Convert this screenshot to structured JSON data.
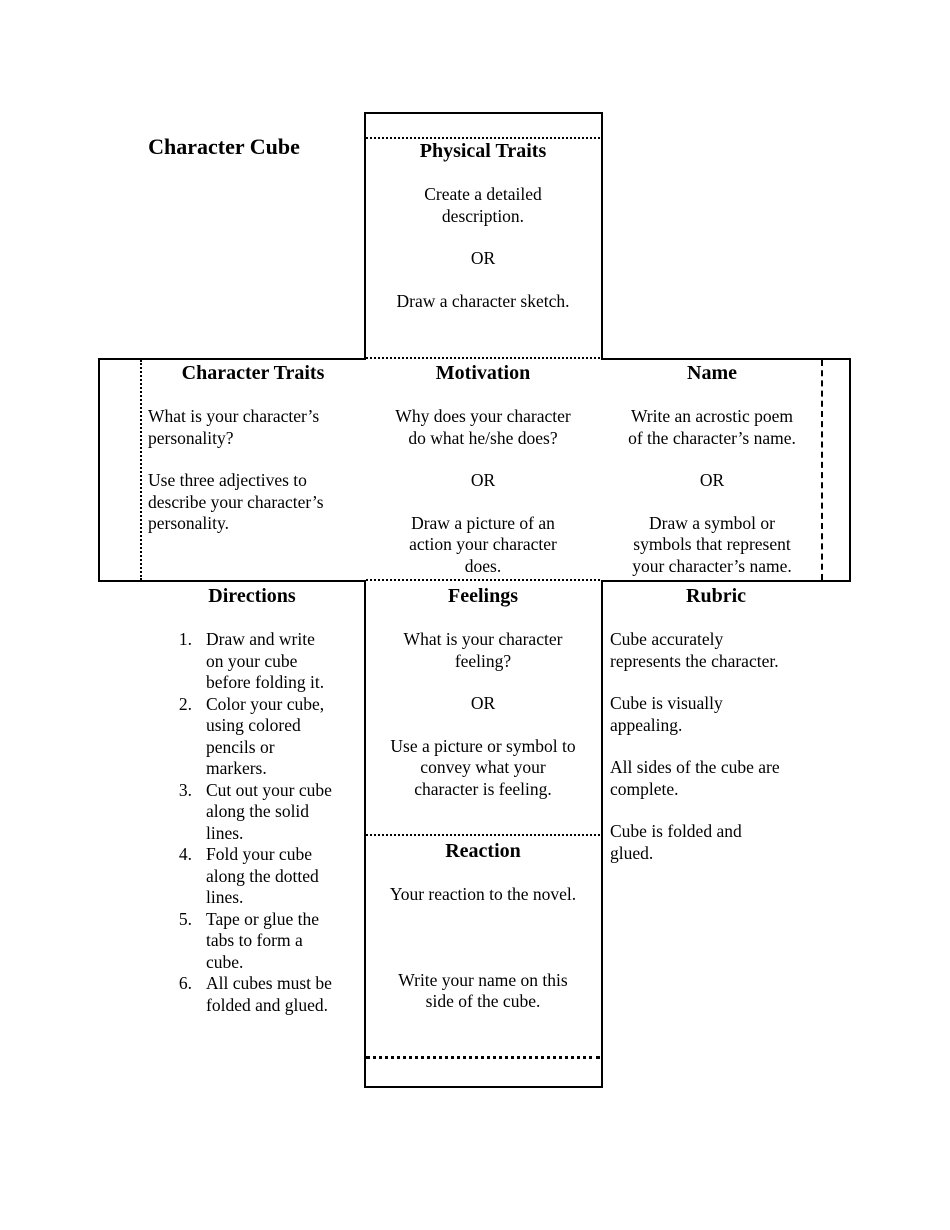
{
  "page": {
    "title": "Character Cube"
  },
  "faces": {
    "physical_traits": {
      "title": "Physical Traits",
      "p1": "Create a detailed\ndescription.",
      "or": "OR",
      "p2": "Draw a character sketch."
    },
    "character_traits": {
      "title": "Character Traits",
      "p1": "What is your character’s\npersonality?",
      "p2": "Use three adjectives to\ndescribe your character’s\npersonality."
    },
    "motivation": {
      "title": "Motivation",
      "p1": "Why does your character\ndo what he/she does?",
      "or": "OR",
      "p2": "Draw a picture of an\naction your character\ndoes."
    },
    "name": {
      "title": "Name",
      "p1": "Write an acrostic poem\nof the character’s name.",
      "or": "OR",
      "p2": "Draw a symbol or\nsymbols that represent\nyour character’s name."
    },
    "feelings": {
      "title": "Feelings",
      "p1": "What is your character\nfeeling?",
      "or": "OR",
      "p2": "Use a picture or symbol to\nconvey what your\ncharacter is feeling."
    },
    "reaction": {
      "title": "Reaction",
      "p1": "Your reaction to the novel.",
      "p2": "Write your name on this\nside of the cube."
    }
  },
  "directions": {
    "title": "Directions",
    "items": [
      {
        "num": "1.",
        "text": "Draw and write\non your cube\nbefore folding it."
      },
      {
        "num": "2.",
        "text": "Color your cube,\nusing colored\npencils or\nmarkers."
      },
      {
        "num": "3.",
        "text": "Cut out your cube\nalong the solid\nlines."
      },
      {
        "num": "4.",
        "text": "Fold your cube\nalong the dotted\nlines."
      },
      {
        "num": "5.",
        "text": "Tape or glue the\ntabs to form a\ncube."
      },
      {
        "num": "6.",
        "text": "All cubes must be\nfolded and glued."
      }
    ]
  },
  "rubric": {
    "title": "Rubric",
    "items": [
      "Cube accurately\nrepresents the character.",
      "Cube is visually\nappealing.",
      "All sides of the cube are\ncomplete.",
      "Cube is folded and\nglued."
    ]
  },
  "colors": {
    "ink": "#000000",
    "paper": "#ffffff"
  }
}
